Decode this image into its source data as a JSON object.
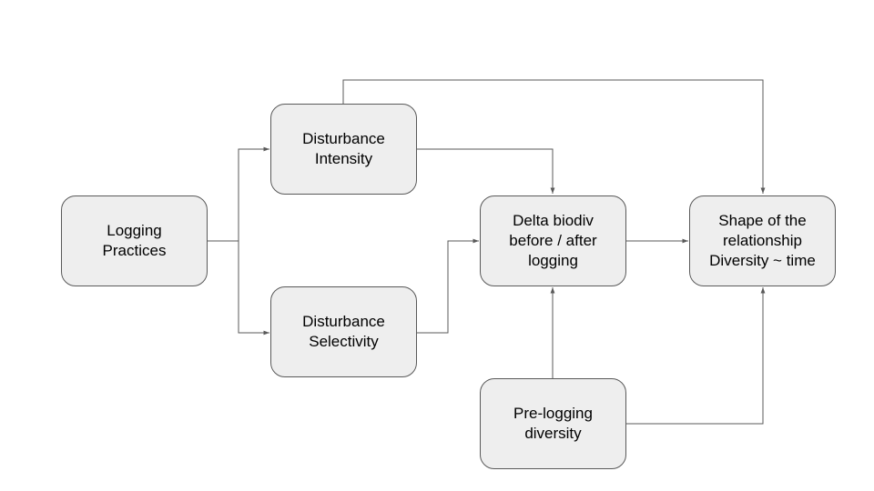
{
  "diagram": {
    "nodes": {
      "logging_practices": "Logging\nPractices",
      "disturbance_intensity": "Disturbance\nIntensity",
      "disturbance_selectivity": "Disturbance\nSelectivity",
      "delta_biodiv": "Delta biodiv\nbefore / after\nlogging",
      "pre_logging_diversity": "Pre-logging\ndiversity",
      "shape_relationship": "Shape of the\nrelationship\nDiversity ~ time"
    },
    "edges": [
      {
        "from": "logging_practices",
        "to": "disturbance_intensity"
      },
      {
        "from": "logging_practices",
        "to": "disturbance_selectivity"
      },
      {
        "from": "disturbance_intensity",
        "to": "delta_biodiv"
      },
      {
        "from": "disturbance_selectivity",
        "to": "delta_biodiv"
      },
      {
        "from": "pre_logging_diversity",
        "to": "delta_biodiv"
      },
      {
        "from": "delta_biodiv",
        "to": "shape_relationship"
      },
      {
        "from": "disturbance_intensity",
        "to": "shape_relationship"
      },
      {
        "from": "pre_logging_diversity",
        "to": "shape_relationship"
      }
    ],
    "colors": {
      "node_fill": "#eeeeee",
      "node_border": "#595959",
      "connector": "#595959",
      "text": "#000000"
    }
  }
}
